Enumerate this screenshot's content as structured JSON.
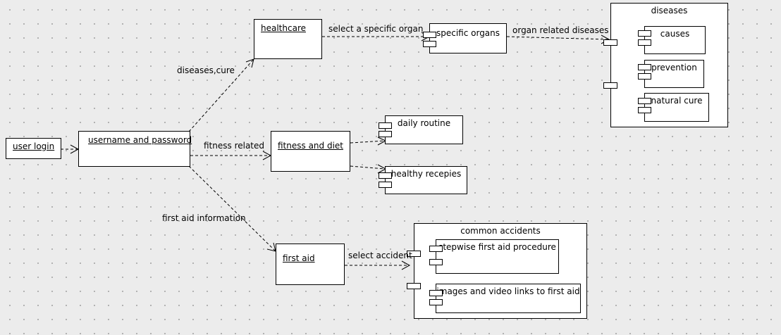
{
  "nodes": {
    "user_login": "user login",
    "username_password": "username and password",
    "healthcare": "healthcare",
    "fitness_diet": "fitness and diet",
    "first_aid": "first aid",
    "specific_organs": "specific organs",
    "daily_routine": "daily routine",
    "healthy_recepies": "healthy recepies"
  },
  "groups": {
    "diseases": {
      "title": "diseases",
      "items": [
        "causes",
        "prevention",
        "natural cure"
      ]
    },
    "common_accidents": {
      "title": "common accidents",
      "items": [
        "stepwise first aid procedure",
        "images and video links to first aid"
      ]
    }
  },
  "edge_labels": {
    "diseases_cure": "diseases,cure",
    "fitness_related": "fitness related",
    "first_aid_information": "first aid information",
    "select_specific_organ": "select a specific organ",
    "organ_related_diseases": "organ related diseases",
    "select_accident": "select accident"
  }
}
